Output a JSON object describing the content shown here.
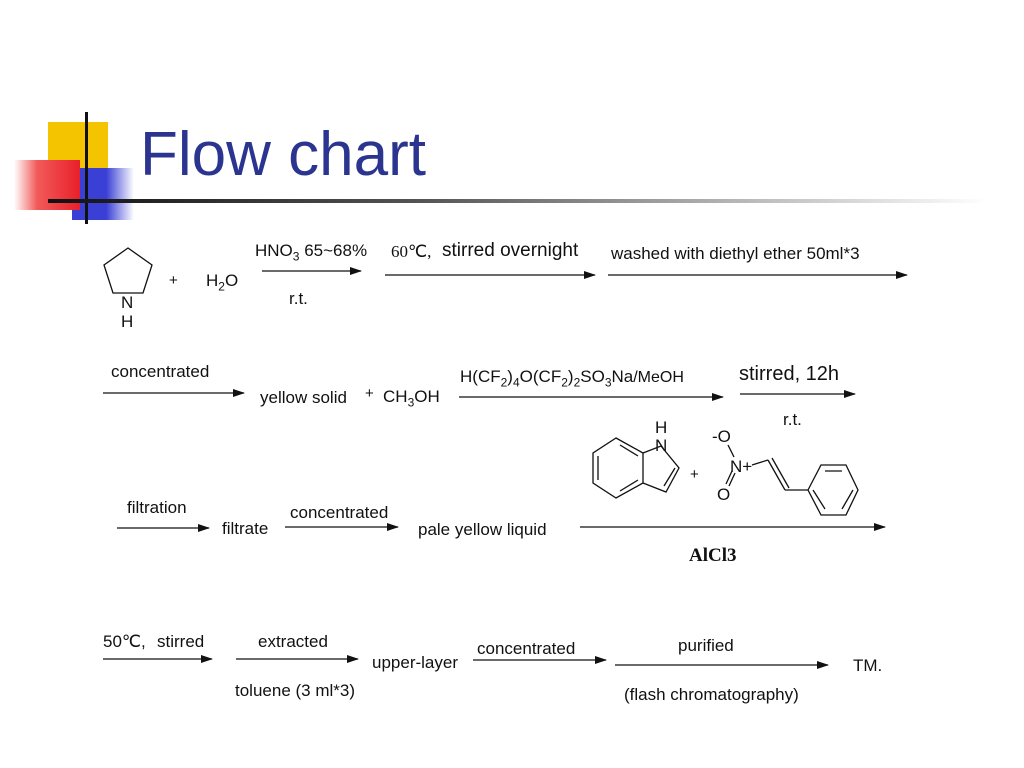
{
  "slide": {
    "title": "Flow chart",
    "colors": {
      "title": "#2b3590",
      "accent_yellow": "#f5c400",
      "accent_blue": "#3a3fd6",
      "accent_red": "#e8202a"
    }
  },
  "row1": {
    "nitrogen_label": "N",
    "h_label": "H",
    "plus1": "+",
    "water_h": "H",
    "water_sub": "2",
    "water_o": "O",
    "reagent_main": "HNO",
    "reagent_sub": "3",
    "reagent_tail": " 65~68%",
    "temp_rt": "r.t.",
    "temp2": "60℃,",
    "stirred_overnight": "stirred overnight",
    "washed": "washed with diethyl ether 50ml*3"
  },
  "row2": {
    "concentrated": "concentrated",
    "yellow_solid": "yellow solid",
    "plus": "+",
    "ch3oh_a": "CH",
    "ch3oh_sub": "3",
    "ch3oh_b": "OH",
    "catalyst": {
      "p1": "H(CF",
      "s1": "2",
      "p2": ")",
      "s2": "4",
      "p3": "O(CF",
      "s3": "2",
      "p4": ")",
      "s4": "2",
      "p5": "SO",
      "s5": "3",
      "p6": "Na",
      "p7": "/MeOH"
    },
    "stirred_12h": "stirred, 12h",
    "rt": "r.t."
  },
  "row3": {
    "filtration": "filtration",
    "filtrate": "filtrate",
    "concentrated": "concentrated",
    "pale_yellow_liquid": "pale yellow liquid",
    "indole_h": "H",
    "indole_n": "N",
    "plus": "+",
    "nitro_o_minus": "-O",
    "nitro_n_plus": "N+",
    "nitro_o": "O",
    "alcl3": "AlCl3"
  },
  "row4": {
    "temp": "50℃,",
    "stirred": "stirred",
    "extracted": "extracted",
    "toluene": "toluene (3 ml*3)",
    "upper_layer": "upper-layer",
    "concentrated": "concentrated",
    "purified": "purified",
    "flash": "(flash chromatography)",
    "tm": "TM."
  }
}
